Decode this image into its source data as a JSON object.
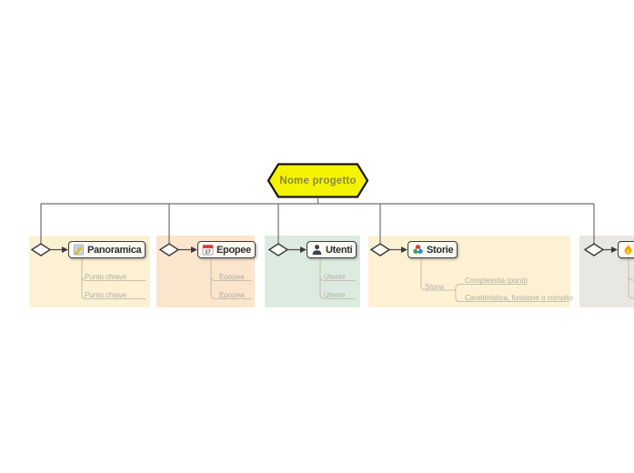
{
  "diagram": {
    "root": {
      "label": "Nome progetto"
    },
    "branches": [
      {
        "label": "Panoramica",
        "icon": "memo-pencil-icon",
        "children": [
          "Punto chiave",
          "Punto chiave"
        ]
      },
      {
        "label": "Epopee",
        "icon": "calendar-icon",
        "calendar_day": "17",
        "children": [
          "Epopea",
          "Epopea"
        ]
      },
      {
        "label": "Utenti",
        "icon": "user-icon",
        "children": [
          "Utente",
          "Utente"
        ]
      },
      {
        "label": "Storie",
        "icon": "flower-icon",
        "children": [
          {
            "label": "Storia",
            "children": [
              "Complessità (punti)",
              "Caratteristica, funzione o compito"
            ]
          }
        ]
      },
      {
        "label": "",
        "icon": "flame-icon",
        "children": []
      }
    ],
    "colors": {
      "root_fill": "#f3f303",
      "root_border": "#161616",
      "root_text": "#8a8a3c",
      "group_cream": "#fdf1d3",
      "group_peach": "#fbe5cd",
      "group_mint": "#dcebe0",
      "group_gray": "#e9e7e1",
      "node_bg": "#fbfaf3",
      "node_border": "#3c3c3c",
      "tree_line": "#6f6f6f",
      "child_line": "#c6c1b0",
      "child_text": "#b2ada2"
    }
  }
}
